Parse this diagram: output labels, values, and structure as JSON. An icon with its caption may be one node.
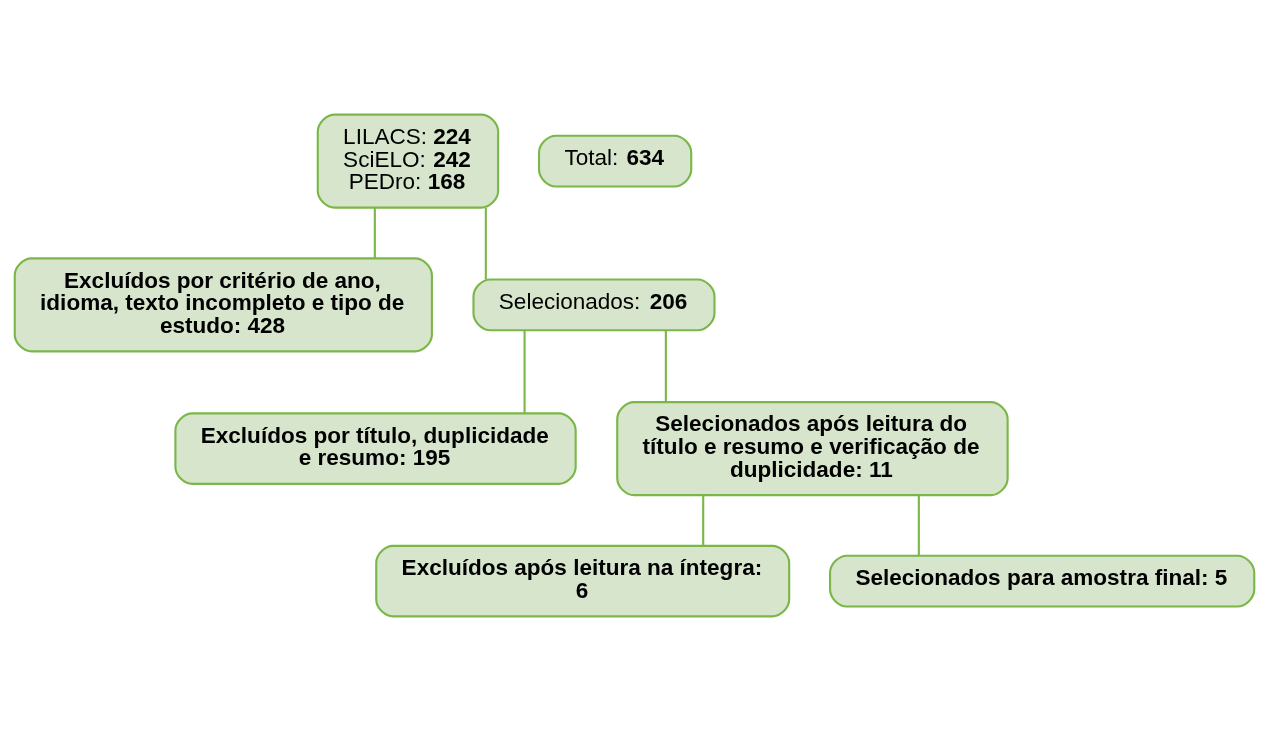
{
  "diagram": {
    "nodes": [
      {
        "text": [
          "LILACS: **224**",
          "SciELO: **242**",
          "PEDro: **168**"
        ]
      },
      {
        "text": [
          "Total: **634**"
        ]
      },
      {
        "text": [
          "**Excluídos por critério de ano, idioma, texto incompleto e tipo de estudo: 428**"
        ]
      },
      {
        "text": [
          "Selecionados: **206**"
        ]
      },
      {
        "text": [
          "**Excluídos por título, duplicidade e resumo: 195**"
        ]
      },
      {
        "text": [
          "**Selecionados após leitura do título e resumo e verificação de duplicidade: 11**"
        ]
      },
      {
        "text": [
          "**Excluídos após leitura na íntegra: 6**"
        ]
      },
      {
        "text": [
          "**Selecionados para amostra final: 5**"
        ]
      }
    ],
    "edges": [
      {
        "from": 0,
        "to": 2,
        "arrow": "none"
      },
      {
        "from": 0,
        "to": 3,
        "arrow": "none"
      },
      {
        "from": 3,
        "to": 4,
        "arrow": "none"
      },
      {
        "from": 3,
        "to": 5,
        "arrow": "none"
      },
      {
        "from": 5,
        "to": 6,
        "arrow": "none"
      },
      {
        "from": 5,
        "to": 7,
        "arrow": "none"
      }
    ]
  }
}
